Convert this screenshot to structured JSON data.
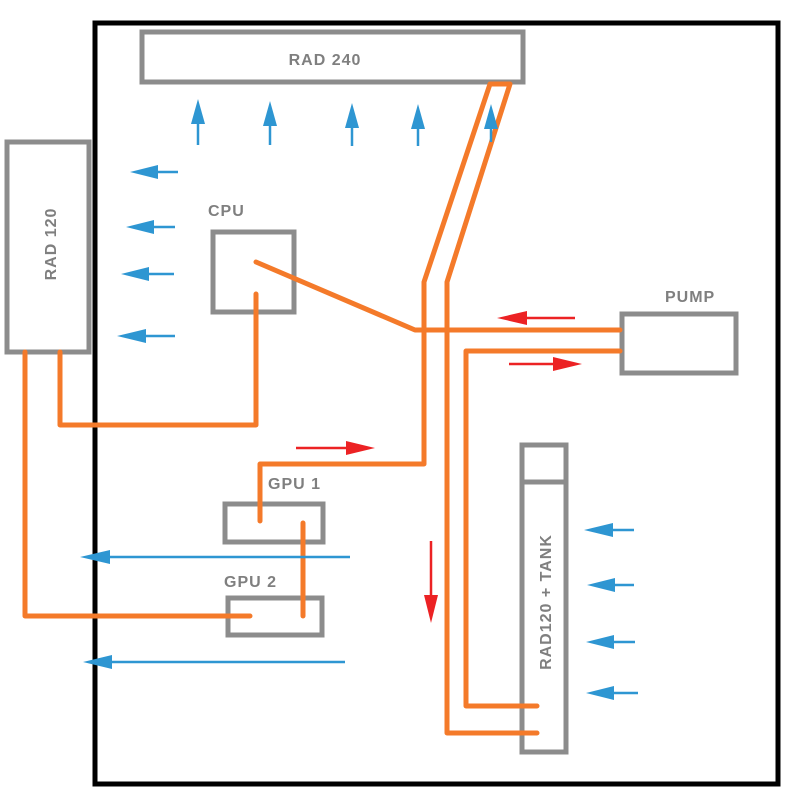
{
  "diagram": {
    "title": "Water cooling loop layout",
    "components": {
      "rad240": {
        "label": "RAD 240"
      },
      "rad120": {
        "label": "RAD 120"
      },
      "cpu": {
        "label": "CPU"
      },
      "pump": {
        "label": "PUMP"
      },
      "gpu1": {
        "label": "GPU 1"
      },
      "gpu2": {
        "label": "GPU 2"
      },
      "rad120_tank": {
        "label": "RAD120 + TANK"
      }
    },
    "colors": {
      "case": "#000000",
      "component": "#8c8c8c",
      "tube": "#f47a2a",
      "airflow": "#2e96d2",
      "coolant_flow": "#ec2224"
    },
    "legend_semantics": {
      "airflow_arrows": "blue",
      "coolant_flow_arrows": "red",
      "tubing": "orange"
    }
  }
}
